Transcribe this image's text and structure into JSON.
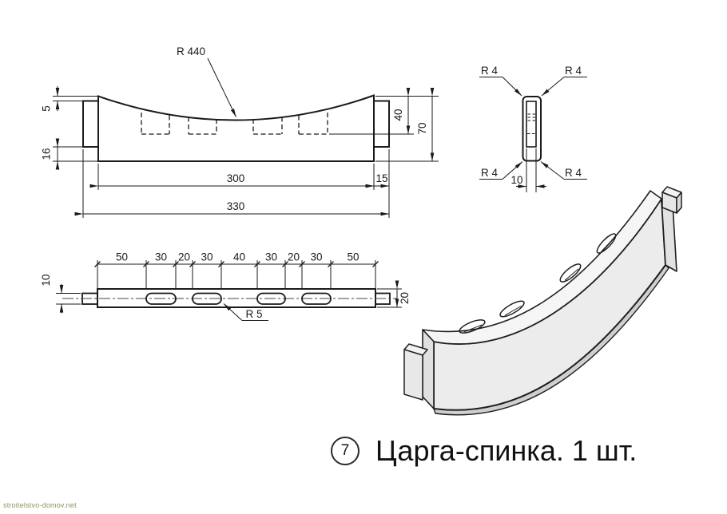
{
  "caption": {
    "number": "7",
    "label": "Царга-спинка. 1 шт."
  },
  "watermark": {
    "text": "stroitelstvo-domov.net"
  },
  "drawing": {
    "front_view": {
      "radius_label": "R 440",
      "dim_5": "5",
      "dim_16": "16",
      "dim_40": "40",
      "dim_70": "70",
      "dim_300": "300",
      "dim_15": "15",
      "dim_330": "330"
    },
    "side_view": {
      "r4_labels": [
        "R 4",
        "R 4",
        "R 4",
        "R 4"
      ],
      "dim_10": "10"
    },
    "top_view": {
      "chain_dims": [
        "50",
        "30",
        "20",
        "30",
        "40",
        "30",
        "20",
        "30",
        "50"
      ],
      "dim_10": "10",
      "dim_20": "20",
      "radius_label": "R 5"
    }
  }
}
